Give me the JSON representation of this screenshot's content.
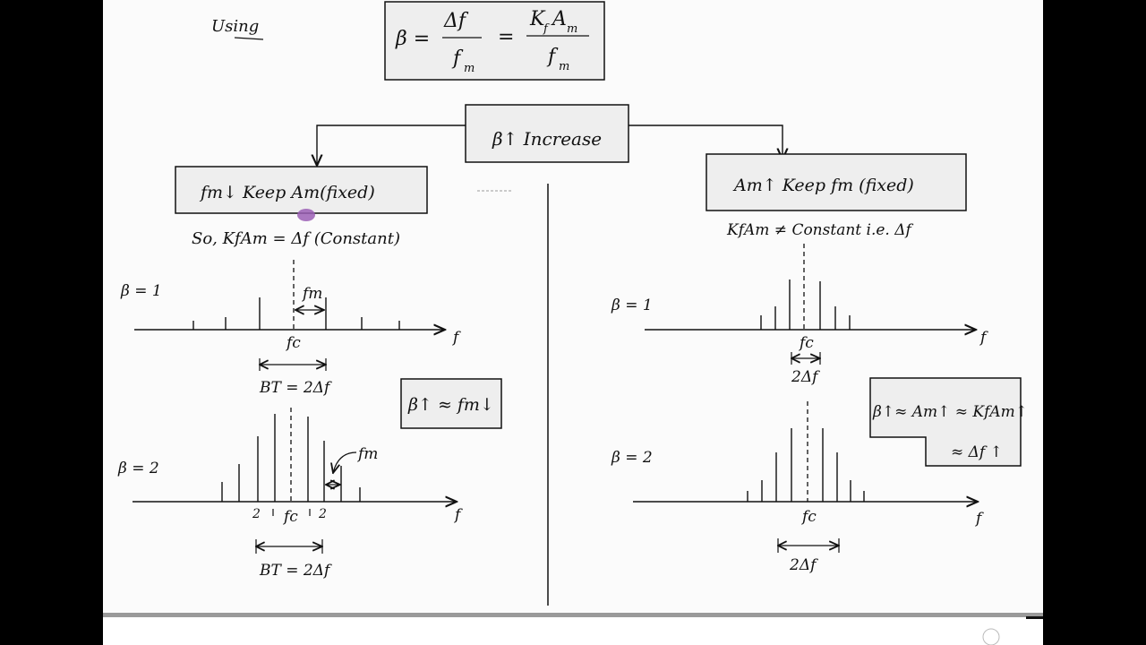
{
  "header": {
    "using_label": "Using",
    "formula": {
      "lhs": "β =",
      "frac1_num": "Δf",
      "frac1_den": "f",
      "frac1_den_sub": "m",
      "eq": "=",
      "frac2_num": "K",
      "frac2_num_sub": "f",
      "frac2_num_rest": "A",
      "frac2_num_rest_sub": "m",
      "frac2_den": "f",
      "frac2_den_sub": "m"
    },
    "center_box": "β↑ Increase"
  },
  "left": {
    "condition_box": "fm↓ Keep Am(fixed)",
    "so_line": "So,  KfAm = Δf (Constant)",
    "beta1": {
      "label": "β = 1",
      "fm_label": "fm",
      "fc_label": "fc",
      "axis_label": "f",
      "bt_label": "BT = 2Δf"
    },
    "note_box": "β↑ ≈ fm↓",
    "beta2": {
      "label": "β = 2",
      "fm_label": "fm",
      "fc_label": "fc",
      "axis_label": "f",
      "tick_left": "2",
      "tick_right": "2",
      "bt_label": "BT = 2Δf"
    }
  },
  "right": {
    "condition_box": "Am↑ Keep fm (fixed)",
    "kf_line": "KfAm ≠ Constant i.e. Δf",
    "beta1": {
      "label": "β = 1",
      "fc_label": "fc",
      "axis_label": "f",
      "bw_label": "2Δf"
    },
    "note_line1": "β↑≈ Am↑ ≈ KfAm↑",
    "note_line2": "≈ Δf ↑",
    "beta2": {
      "label": "β = 2",
      "fc_label": "fc",
      "axis_label": "f",
      "bw_label": "2Δf"
    }
  },
  "colors": {
    "ink": "#111111",
    "box_fill": "#eeeeee",
    "page": "#fbfbfb",
    "smudge": "#9b5fb5"
  }
}
